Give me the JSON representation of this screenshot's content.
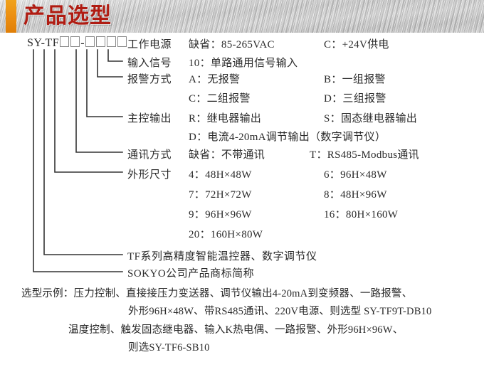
{
  "header": {
    "title": "产品选型",
    "accent_color": "#ec8f12",
    "title_color": "#b01c12"
  },
  "model_code": {
    "prefix": "SY-TF",
    "separator": "-",
    "box_group_1": 2,
    "box_group_2": 4
  },
  "categories": [
    {
      "label": "工作电源",
      "options": [
        {
          "code": "缺省",
          "value": "85-265VAC"
        },
        {
          "code": "C",
          "value": "+24V供电"
        }
      ]
    },
    {
      "label": "输入信号",
      "options": [
        {
          "code": "10",
          "value": "单路通用信号输入"
        }
      ]
    },
    {
      "label": "报警方式",
      "options": [
        {
          "code": "A",
          "value": "无报警"
        },
        {
          "code": "B",
          "value": "一组报警"
        },
        {
          "code": "C",
          "value": "二组报警"
        },
        {
          "code": "D",
          "value": "三组报警"
        }
      ]
    },
    {
      "label": "主控输出",
      "options": [
        {
          "code": "R",
          "value": "继电器输出"
        },
        {
          "code": "S",
          "value": "固态继电器输出"
        },
        {
          "code": "D",
          "value": "电流4-20mA调节输出（数字调节仪）"
        }
      ]
    },
    {
      "label": "通讯方式",
      "options": [
        {
          "code": "缺省",
          "value": "不带通讯"
        },
        {
          "code": "T",
          "value": "RS485-Modbus通讯"
        }
      ]
    },
    {
      "label": "外形尺寸",
      "options": [
        {
          "code": "4",
          "value": "48H×48W"
        },
        {
          "code": "6",
          "value": "96H×48W"
        },
        {
          "code": "7",
          "value": "72H×72W"
        },
        {
          "code": "8",
          "value": "48H×96W"
        },
        {
          "code": "9",
          "value": "96H×96W"
        },
        {
          "code": "16",
          "value": "80H×160W"
        },
        {
          "code": "20",
          "value": "160H×80W"
        }
      ]
    }
  ],
  "option_text": {
    "power_default": "缺省：85-265VAC",
    "power_c": "C：+24V供电",
    "input_10": "10：单路通用信号输入",
    "alarm_a": "A：无报警",
    "alarm_b": "B：一组报警",
    "alarm_c": "C：二组报警",
    "alarm_d": "D：三组报警",
    "out_r": "R：继电器输出",
    "out_s": "S：固态继电器输出",
    "out_d": "D：电流4-20mA调节输出（数字调节仪）",
    "comm_default": "缺省：不带通讯",
    "comm_t": "T：RS485-Modbus通讯",
    "size_4": "4：48H×48W",
    "size_6": "6：96H×48W",
    "size_7": "7：72H×72W",
    "size_8": "8：48H×96W",
    "size_9": "9：96H×96W",
    "size_16": "16：80H×160W",
    "size_20": "20：160H×80W"
  },
  "category_labels": {
    "power": "工作电源",
    "input": "输入信号",
    "alarm": "报警方式",
    "output": "主控输出",
    "comm": "通讯方式",
    "size": "外形尺寸"
  },
  "tails": {
    "series": "TF系列高精度智能温控器、数字调节仪",
    "brand": "SOKYO公司产品商标简称"
  },
  "examples": {
    "line1": "选型示例：压力控制、直接接压力变送器、调节仪输出4-20mA到变频器、一路报警、",
    "line2": "外形96H×48W、带RS485通讯、220V电源、则选型 SY-TF9T-DB10",
    "line3": "温度控制、触发固态继电器、输入K热电偶、一路报警、外形96H×96W、",
    "line4": "则选SY-TF6-SB10"
  }
}
